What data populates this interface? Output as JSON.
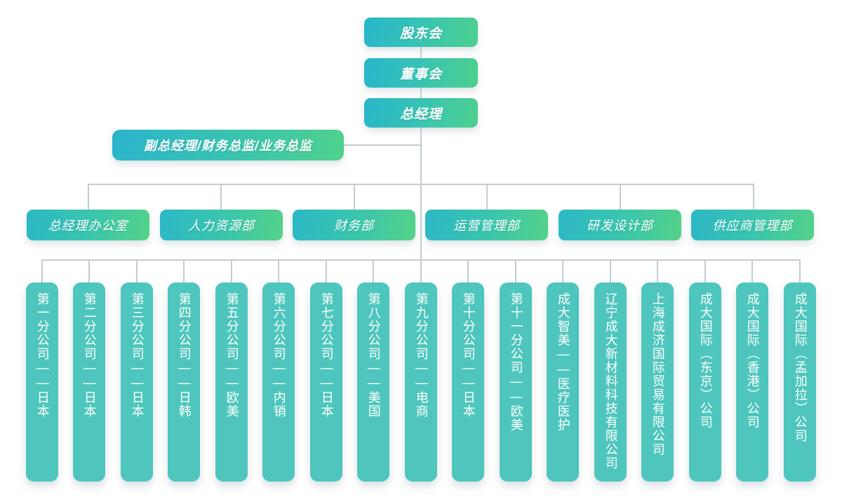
{
  "colors": {
    "gradient_start": "#28b6cb",
    "gradient_mid": "#37c3b4",
    "gradient_end": "#4dd08d",
    "branch_fill": "#4ec6bd",
    "connector_line": "#c2ccd2",
    "background": "#ffffff",
    "text": "#ffffff"
  },
  "top_chain": [
    {
      "label": "股东会"
    },
    {
      "label": "董事会"
    },
    {
      "label": "总经理"
    }
  ],
  "staff": {
    "label": "副总经理/财务总监/业务总监"
  },
  "departments": [
    {
      "label": "总经理办公室"
    },
    {
      "label": "人力资源部"
    },
    {
      "label": "财务部"
    },
    {
      "label": "运营管理部"
    },
    {
      "label": "研发设计部"
    },
    {
      "label": "供应商管理部"
    }
  ],
  "branches": [
    {
      "label": "第一分公司——日本"
    },
    {
      "label": "第二分公司——日本"
    },
    {
      "label": "第三分公司——日本"
    },
    {
      "label": "第四分公司——日韩"
    },
    {
      "label": "第五分公司——欧美"
    },
    {
      "label": "第六分公司——内销"
    },
    {
      "label": "第七分公司——日本"
    },
    {
      "label": "第八分公司——美国"
    },
    {
      "label": "第九分公司——电商"
    },
    {
      "label": "第十分公司——日本"
    },
    {
      "label": "第十一分公司——欧美"
    },
    {
      "label": "成大智美——医疗医护"
    },
    {
      "label": "辽宁成大新材料科技有限公司"
    },
    {
      "label": "上海成济国际贸易有限公司"
    },
    {
      "label": "成大国际（东京）公司"
    },
    {
      "label": "成大国际（香港）公司"
    },
    {
      "label": "成大国际（孟加拉）公司"
    }
  ]
}
